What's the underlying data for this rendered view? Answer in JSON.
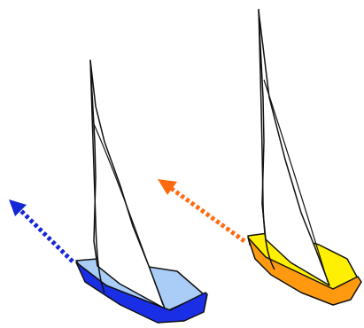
{
  "boats": [
    {
      "id": "blue",
      "hull_color": "#1a2ee6",
      "deck_color": "#a9cdf7",
      "arrow_color": "#1528d8",
      "arrow_style": "dotted"
    },
    {
      "id": "orange",
      "hull_color": "#ff9a10",
      "deck_color": "#ffef00",
      "arrow_color": "#ff6a10",
      "arrow_style": "dotted"
    }
  ],
  "colors": {
    "outline": "#111111",
    "sail": "#ffffff",
    "background": "#ffffff"
  }
}
